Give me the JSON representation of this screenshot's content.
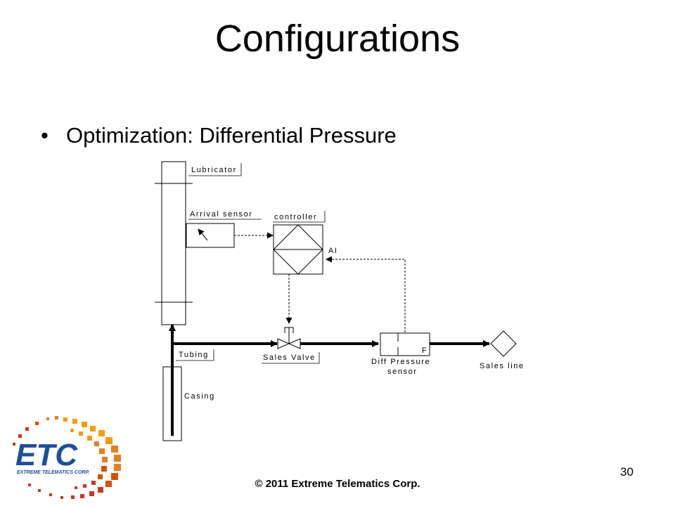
{
  "slide": {
    "title": "Configurations",
    "bullet": "Optimization: Differential Pressure",
    "footer": "© 2011 Extreme Telematics Corp.",
    "page_number": "30"
  },
  "diagram": {
    "labels": {
      "lubricator": "Lubricator",
      "arrival_sensor": "Arrival sensor",
      "controller": "controller",
      "ai": "AI",
      "tubing": "Tubing",
      "casing": "Casing",
      "sales_valve": "Sales Valve",
      "diff_pressure_line1": "Diff Pressure",
      "diff_pressure_line2": "sensor",
      "sensor_code": "F",
      "sales_line": "Sales line"
    }
  },
  "logo": {
    "text": "ETC",
    "tagline": "EXTREME TELEMATICS CORP.",
    "colors": {
      "blue": "#1f4e9c",
      "orange": "#f39c12",
      "red": "#c0392b"
    }
  }
}
